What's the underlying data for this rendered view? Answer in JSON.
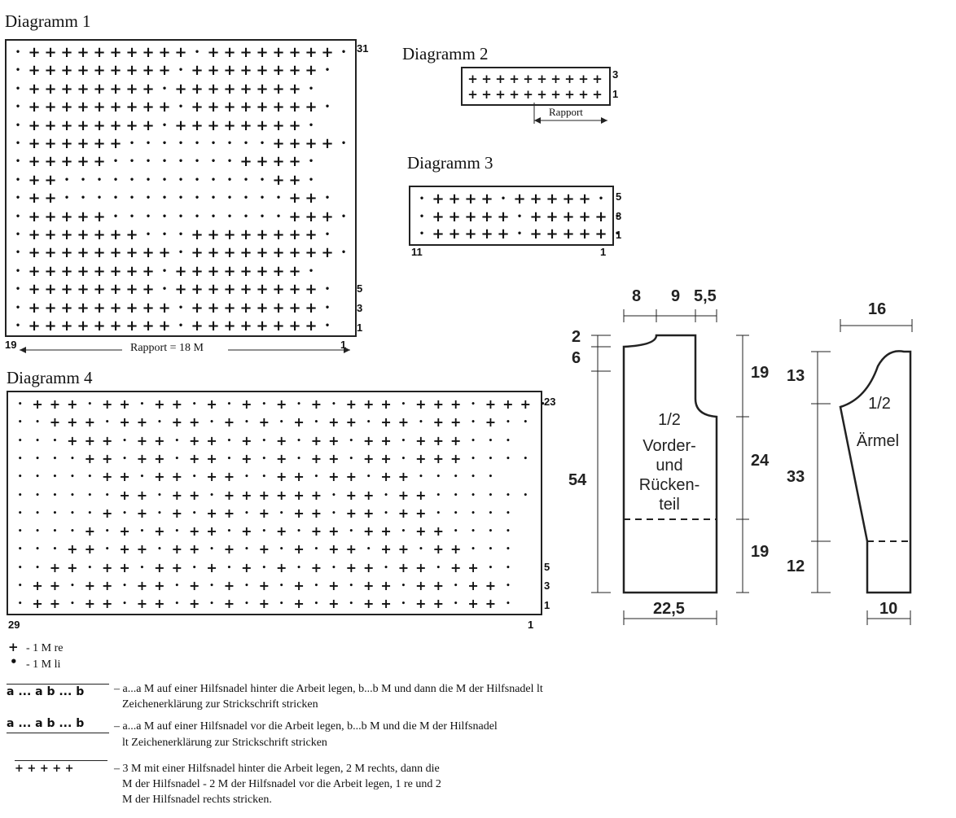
{
  "diagram1": {
    "title": "Diagramm 1",
    "row_labels": [
      "31",
      "5",
      "3",
      "1"
    ],
    "col_left": "19",
    "col_right": "1",
    "rapport": "Rapport = 18 M",
    "rows": [
      "·++++++++++·++++++++·",
      "·+++++++++·++++++++·",
      "·++++++++·++++++++·",
      "·+++++++++·++++++++·",
      "·++++++++·++++++++·",
      "·++++++·········++++·",
      "·+++++········++++·",
      "·++·············++·",
      "·++··············++·",
      "·+++++···········+++·",
      "·+++++++···++++++++·",
      "·+++++++++·+++++++++·",
      "·++++++++·++++++++·",
      "·++++++++·+++++++++·",
      "·+++++++++·++++++++·",
      "·+++++++++·++++++++·"
    ]
  },
  "diagram2": {
    "title": "Diagramm 2",
    "row_labels": [
      "3",
      "1"
    ],
    "rapport": "Rapport",
    "rows": [
      "++++++++++",
      "++++++++++"
    ]
  },
  "diagram3": {
    "title": "Diagramm 3",
    "row_labels": [
      "5",
      "3",
      "1"
    ],
    "col_left": "11",
    "col_right": "1",
    "rows": [
      "·++++·+++++·",
      "·+++++·+++++·",
      "·+++++·+++++·"
    ]
  },
  "diagram4": {
    "title": "Diagramm 4",
    "row_labels": [
      "23",
      "5",
      "3",
      "1"
    ],
    "col_left": "29",
    "col_right": "1",
    "rows": [
      "·+++·++·++·+·+·+·+·+++·+++·+++·",
      "··+++·++·++·+·+·+·++·++·++·+··",
      "···+++·++·++·+·+·++·++·+++···",
      "····++·++·++·+·+·++·++·+++····",
      "·····++·++·++··++·++·++·····",
      "······++·++·++++++·++·++······",
      "·····+·+·+·++·+·++·++·++·····",
      "····+·+·+·++·+·+·++·++·++····",
      "···++·++·++·+·+·+·++·++·++···",
      "··++·++·++·+·+·+·+·++·++·++··",
      "·++·++·++·+·+·+·+·+·++·++·++·",
      "·++·++·++·+·+·+·+·+·++·++·++·"
    ]
  },
  "schematic": {
    "top_dims": [
      "8",
      "9",
      "5,5"
    ],
    "left_dims": [
      "2",
      "6",
      "54"
    ],
    "right_dims": [
      "19",
      "24",
      "19"
    ],
    "bottom_dim": "22,5",
    "body_label_lines": [
      "1/2",
      "Vorder-",
      "und",
      "Rücken-",
      "teil"
    ],
    "sleeve_top": "16",
    "sleeve_left_dims": [
      "13",
      "33",
      "12"
    ],
    "sleeve_bottom": "10",
    "sleeve_label_lines": [
      "1/2",
      "Ärmel"
    ]
  },
  "legend": {
    "knit_label": "- 1 M re",
    "purl_label": "- 1 M li",
    "cable_back_sym": "a ... a b ... b",
    "cable_back_line1": "– a...a  M auf einer Hilfsnadel hinter die Arbeit legen, b...b M  und dann die M der Hilfsnadel lt",
    "cable_back_line2": "Zeichenerklärung  zur Strickschrift stricken",
    "cable_front_sym": "a ... a b ... b",
    "cable_front_line1": "– a...a  M auf einer Hilfsnadel vor die Arbeit legen, b...b M  und die M der Hilfsnadel",
    "cable_front_line2": "lt Zeichenerklärung  zur Strickschrift stricken",
    "cable3_sym": "+ + + + +",
    "cable3_line1": "– 3 M mit einer Hilfsnadel hinter die Arbeit legen, 2 M rechts, dann die",
    "cable3_line2": "M der Hilfsnadel - 2 M der Hilfsnadel vor die Arbeit legen, 1 re und 2",
    "cable3_line3": "M der Hilfsnadel rechts stricken."
  }
}
